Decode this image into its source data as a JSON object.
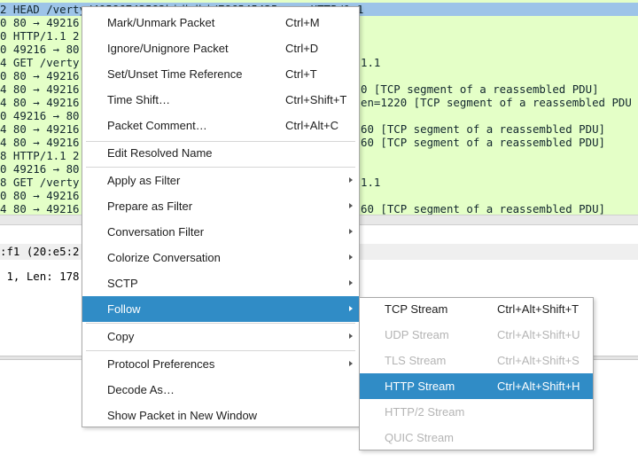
{
  "packet_list": {
    "rows": [
      {
        "left": "2 HEAD /verty/49586743583kidbdkj/786545435.png HTTP/1.1",
        "right": "",
        "selected": true
      },
      {
        "left": "0 80 → 49216",
        "right": ""
      },
      {
        "left": "0 HTTP/1.1 2",
        "right": ""
      },
      {
        "left": "0 49216 → 80",
        "right": ""
      },
      {
        "left": "4 GET /verty",
        "right": "1.1"
      },
      {
        "left": "0 80 → 49216",
        "right": ""
      },
      {
        "left": "4 80 → 49216",
        "right": "0 [TCP segment of a reassembled PDU]"
      },
      {
        "left": "4 80 → 49216",
        "right": "en=1220 [TCP segment of a reassembled PDU"
      },
      {
        "left": "0 49216 → 80",
        "right": ""
      },
      {
        "left": "4 80 → 49216",
        "right": "60 [TCP segment of a reassembled PDU]"
      },
      {
        "left": "4 80 → 49216",
        "right": "60 [TCP segment of a reassembled PDU]"
      },
      {
        "left": "8 HTTP/1.1 2",
        "right": ""
      },
      {
        "left": "0 49216 → 80",
        "right": ""
      },
      {
        "left": "8 GET /verty",
        "right": "1.1"
      },
      {
        "left": "0 80 → 49216",
        "right": ""
      },
      {
        "left": "4 80 → 49216",
        "right": "60 [TCP segment of a reassembled PDU]"
      }
    ]
  },
  "details": {
    "row1": ":f1 (20:e5:2",
    "row2": " 1, Len: 178"
  },
  "context_menu": {
    "items": [
      {
        "label": "Mark/Unmark Packet",
        "shortcut": "Ctrl+M"
      },
      {
        "label": "Ignore/Unignore Packet",
        "shortcut": "Ctrl+D"
      },
      {
        "label": "Set/Unset Time Reference",
        "shortcut": "Ctrl+T"
      },
      {
        "label": "Time Shift…",
        "shortcut": "Ctrl+Shift+T"
      },
      {
        "label": "Packet Comment…",
        "shortcut": "Ctrl+Alt+C"
      },
      {
        "label": "Edit Resolved Name"
      },
      {
        "label": "Apply as Filter"
      },
      {
        "label": "Prepare as Filter"
      },
      {
        "label": "Conversation Filter"
      },
      {
        "label": "Colorize Conversation"
      },
      {
        "label": "SCTP"
      },
      {
        "label": "Follow"
      },
      {
        "label": "Copy"
      },
      {
        "label": "Protocol Preferences"
      },
      {
        "label": "Decode As…"
      },
      {
        "label": "Show Packet in New Window"
      }
    ]
  },
  "follow_submenu": {
    "items": [
      {
        "label": "TCP Stream",
        "shortcut": "Ctrl+Alt+Shift+T",
        "enabled": true
      },
      {
        "label": "UDP Stream",
        "shortcut": "Ctrl+Alt+Shift+U",
        "enabled": false
      },
      {
        "label": "TLS Stream",
        "shortcut": "Ctrl+Alt+Shift+S",
        "enabled": false
      },
      {
        "label": "HTTP Stream",
        "shortcut": "Ctrl+Alt+Shift+H",
        "enabled": true,
        "highlighted": true
      },
      {
        "label": "HTTP/2 Stream",
        "enabled": false
      },
      {
        "label": "QUIC Stream",
        "enabled": false
      }
    ]
  },
  "colors": {
    "packet_list_bg": "#e4ffc7",
    "selected_row": "#9dc4e8",
    "menu_highlight": "#308cc6",
    "disabled_text": "#b4b4b4"
  }
}
